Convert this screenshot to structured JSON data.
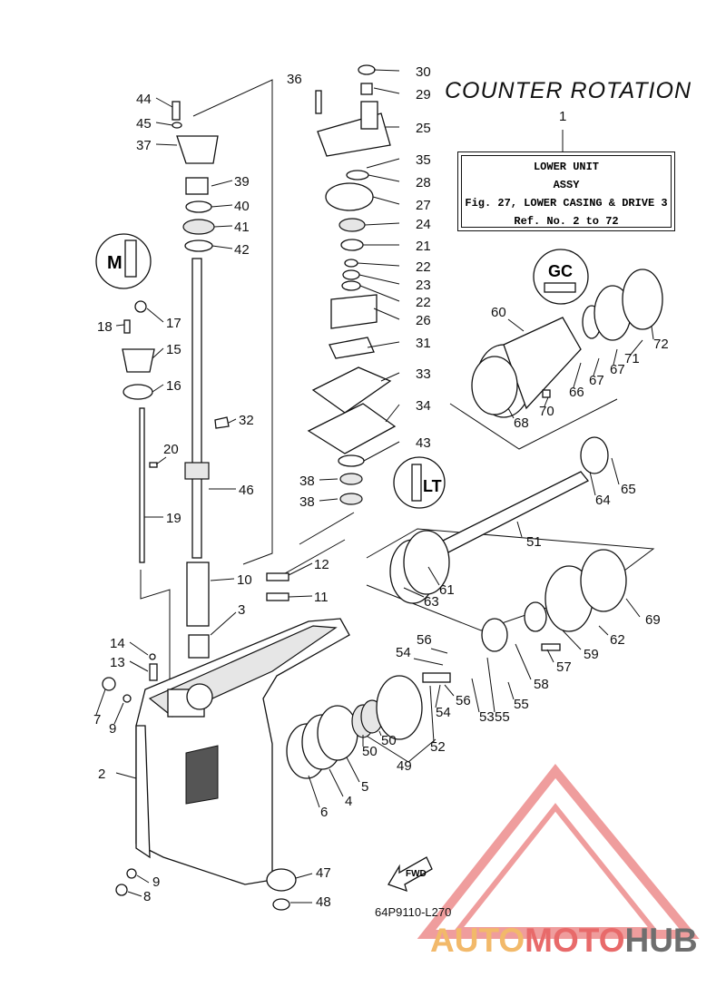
{
  "heading": "COUNTER ROTATION",
  "title_box": {
    "ref_number": "1",
    "line1": "LOWER UNIT",
    "line2": "ASSY",
    "line3": "Fig. 27, LOWER CASING & DRIVE 3",
    "line4": "Ref. No. 2 to 72"
  },
  "drawing_code": "64P9110-L270",
  "fwd_label": "FWD",
  "watermark": {
    "part1": "AUTO",
    "part2": "MOTO",
    "part3": "HUB",
    "color1": "#f2b96a",
    "color2": "#e86a6a",
    "color3": "#6e6e6e"
  },
  "callouts": [
    "2",
    "3",
    "4",
    "5",
    "6",
    "7",
    "8",
    "9",
    "10",
    "11",
    "12",
    "13",
    "14",
    "15",
    "16",
    "17",
    "18",
    "19",
    "20",
    "21",
    "22",
    "23",
    "24",
    "25",
    "26",
    "27",
    "28",
    "29",
    "30",
    "31",
    "32",
    "33",
    "34",
    "35",
    "36",
    "37",
    "38",
    "39",
    "40",
    "41",
    "42",
    "43",
    "44",
    "45",
    "46",
    "47",
    "48",
    "49",
    "50",
    "51",
    "52",
    "53",
    "54",
    "55",
    "56",
    "57",
    "58",
    "59",
    "60",
    "61",
    "62",
    "63",
    "64",
    "65",
    "66",
    "67",
    "68",
    "69",
    "70",
    "71",
    "72"
  ],
  "callout_list": [
    "30",
    "29",
    "36",
    "25",
    "35",
    "28",
    "27",
    "24",
    "21",
    "22",
    "23",
    "22",
    "26",
    "31",
    "33",
    "34",
    "43",
    "38",
    "38",
    "44",
    "45",
    "37",
    "39",
    "40",
    "41",
    "42",
    "17",
    "18",
    "15",
    "16",
    "32",
    "20",
    "46",
    "19",
    "10",
    "12",
    "11",
    "3",
    "14",
    "13",
    "7",
    "9",
    "2",
    "6",
    "4",
    "5",
    "50",
    "50",
    "49",
    "52",
    "54",
    "56",
    "56",
    "54",
    "55",
    "53",
    "55",
    "58",
    "57",
    "59",
    "62",
    "69",
    "51",
    "61",
    "63",
    "64",
    "65",
    "60",
    "68",
    "70",
    "66",
    "67",
    "67",
    "71",
    "72",
    "47",
    "48",
    "9",
    "8",
    "1"
  ],
  "icon_marks": {
    "m": "M",
    "gc": "GC",
    "lt": "LT"
  }
}
